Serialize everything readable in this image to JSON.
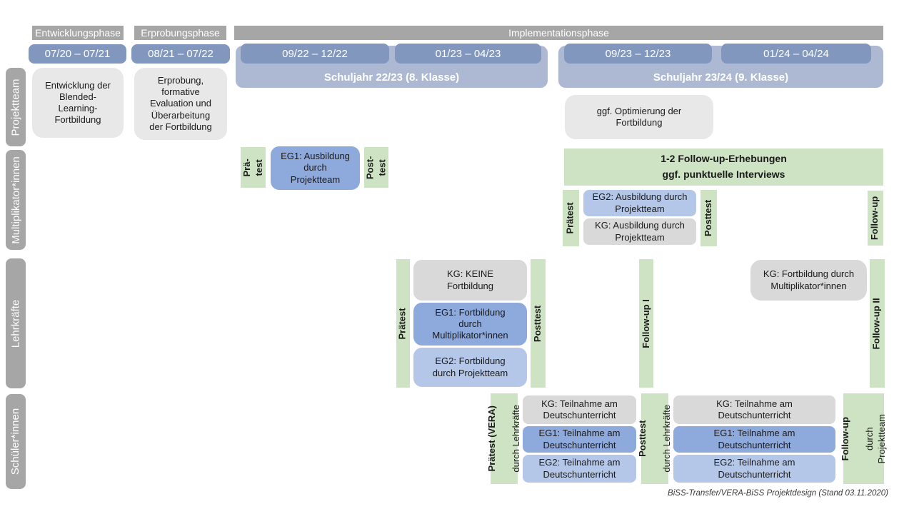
{
  "header": {
    "phases": [
      "Entwicklungsphase",
      "Erprobungsphase",
      "Implementationsphase"
    ],
    "dates": [
      "07/20 – 07/21",
      "08/21 – 07/22",
      "09/22 – 12/22",
      "01/23 – 04/23",
      "09/23 – 12/23",
      "01/24 – 04/24"
    ],
    "school_years": [
      "Schuljahr 22/23 (8. Klasse)",
      "Schuljahr 23/24 (9. Klasse)"
    ]
  },
  "rows": {
    "projektteam": {
      "label": "Projektteam",
      "development_box": "Entwicklung der\nBlended-\nLearning-\nFortbildung",
      "erprobung_box": "Erprobung,\nformative\nEvaluation und\nÜberarbeitung\nder Fortbildung",
      "optimierung_box": "ggf. Optimierung der\nFortbildung"
    },
    "multiplikatoren": {
      "label": "Multiplikator*innen",
      "praetest_split": "Prä-\ntest",
      "eg1_box": "EG1: Ausbildung\ndurch\nProjektteam",
      "posttest_split": "Post-\ntest",
      "followup_box": "1-2 Follow-up-Erhebungen\nggf. punktuelle Interviews",
      "praetest": "Prätest",
      "eg2_box": "EG2: Ausbildung durch\nProjektteam",
      "kg_box": "KG: Ausbildung durch\nProjektteam",
      "posttest": "Posttest",
      "followup": "Follow-up"
    },
    "lehrkraefte": {
      "label": "Lehrkräfte",
      "praetest": "Prätest",
      "kg_box": "KG: KEINE\nFortbildung",
      "eg1_box": "EG1: Fortbildung\ndurch\nMultiplikator*innen",
      "eg2_box": "EG2: Fortbildung\ndurch Projektteam",
      "posttest": "Posttest",
      "followup1": "Follow-up I",
      "kg_box2": "KG: Fortbildung durch\nMultiplikator*innen",
      "followup2": "Follow-up II"
    },
    "schueler": {
      "label": "Schüler*innen",
      "praetest_main": "Prätest (VERA)",
      "praetest_sub": "durch Lehrkräfte",
      "kg_box1": "KG: Teilnahme am\nDeutschunterricht",
      "eg1_box1": "EG1: Teilnahme am\nDeutschunterricht",
      "eg2_box1": "EG2: Teilnahme am\nDeutschunterricht",
      "posttest_main": "Posttest",
      "posttest_sub": "durch Lehrkräfte",
      "kg_box2": "KG: Teilnahme am\nDeutschunterricht",
      "eg1_box2": "EG1: Teilnahme am\nDeutschunterricht",
      "eg2_box2": "EG2: Teilnahme am\nDeutschunterricht",
      "followup_main": "Follow-up",
      "followup_sub": "durch\nProjektteam"
    }
  },
  "caption": "BiSS-Transfer/VERA-BiSS Projektdesign (Stand 03.11.2020)",
  "colors": {
    "phase_gray": "#a6a6a6",
    "date_blue": "#8297be",
    "schoolyear_blue": "#adb9d2",
    "eg1_blue": "#8ea9db",
    "eg2_blue": "#b5c7e8",
    "kg_gray": "#d9d9d9",
    "light_gray": "#e9e8e8",
    "green": "#cde3c3"
  }
}
